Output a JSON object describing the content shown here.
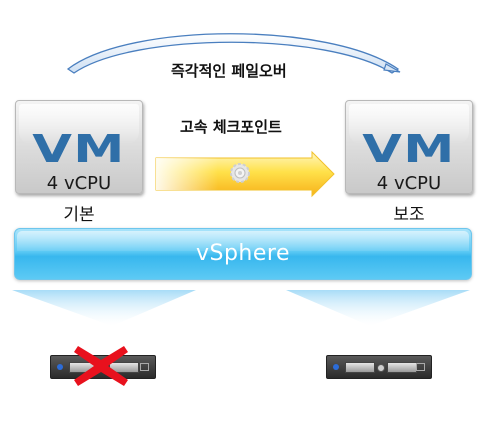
{
  "diagram": {
    "failover_label": "즉각적인 페일오버",
    "checkpoint_label": "고속 체크포인트",
    "primary_vm": {
      "logo": "VM",
      "cpu": "4 vCPU",
      "caption": "기본"
    },
    "secondary_vm": {
      "logo": "VM",
      "cpu": "4 vCPU",
      "caption": "보조"
    },
    "platform_label": "vSphere",
    "colors": {
      "vm_logo": "#2f6fa8",
      "vsphere_bar": "#38b7ee",
      "checkpoint_arrow": "#ffd21e",
      "failure_x": "#e8111d",
      "failover_arrow": "#4a7fbf"
    },
    "icons": [
      "gear-icon",
      "server-icon",
      "failure-x-icon",
      "failover-arrow-icon",
      "checkpoint-arrow-icon"
    ]
  }
}
